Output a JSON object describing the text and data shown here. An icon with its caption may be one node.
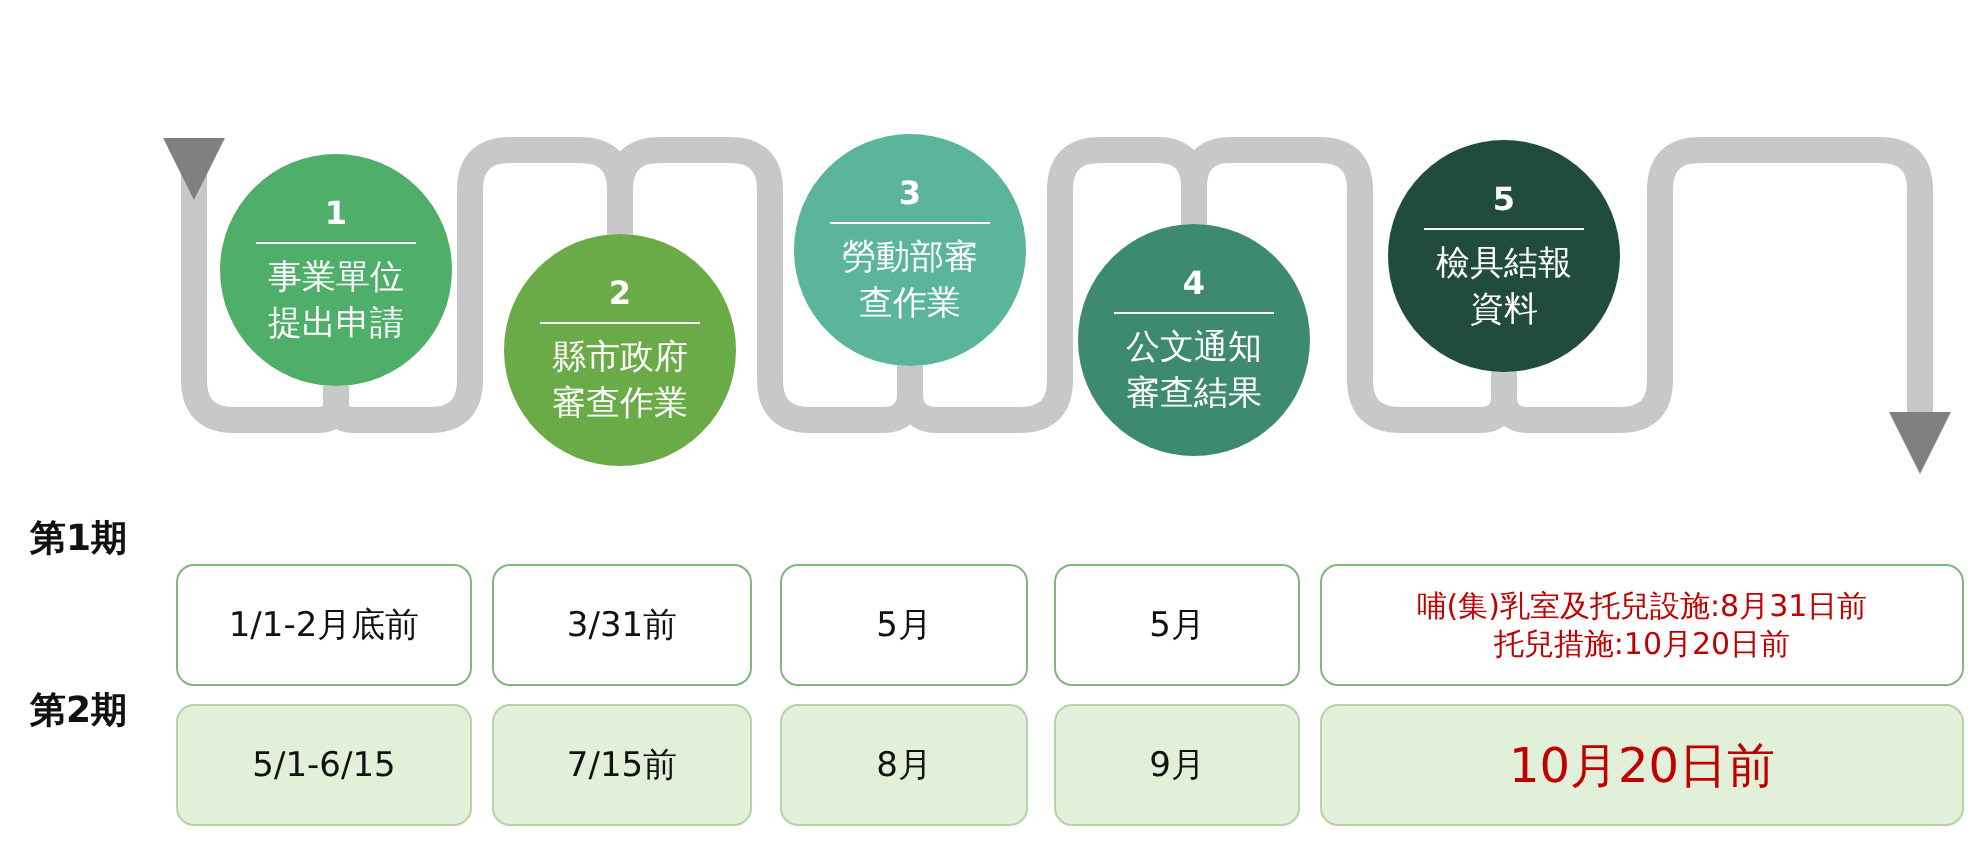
{
  "diagram": {
    "nodes": [
      {
        "text": [
          "1",
          "事業單位提出申請"
        ]
      },
      {
        "text": [
          "2",
          "縣市政府審查作業"
        ]
      },
      {
        "text": [
          "3",
          "勞動部審查作業"
        ]
      },
      {
        "text": [
          "4",
          "公文通知審查結果"
        ]
      },
      {
        "text": [
          "5",
          "檢具結報資料"
        ]
      },
      {
        "text": [
          "1/1-2月底前"
        ]
      },
      {
        "text": [
          "3/31前"
        ]
      },
      {
        "text": [
          "5月"
        ]
      },
      {
        "text": [
          "5月"
        ]
      },
      {
        "text": [
          "哺(集)乳室及托兒設施:8月31日前",
          "托兒措施:10月20日前"
        ]
      },
      {
        "text": [
          "5/1-6/15"
        ]
      },
      {
        "text": [
          "7/15前"
        ]
      },
      {
        "text": [
          "8月"
        ]
      },
      {
        "text": [
          "9月"
        ]
      },
      {
        "text": [
          "10月20日前"
        ]
      }
    ],
    "edges": [
      {
        "from": null,
        "to": 0,
        "arrow": "to"
      },
      {
        "from": 0,
        "to": 1,
        "arrow": "none"
      },
      {
        "from": 1,
        "to": 2,
        "arrow": "none"
      },
      {
        "from": 2,
        "to": 3,
        "arrow": "none"
      },
      {
        "from": 3,
        "to": 4,
        "arrow": "none"
      },
      {
        "from": 4,
        "to": null,
        "arrow": "to"
      }
    ],
    "labels": [
      "第1期",
      "第2期"
    ]
  }
}
